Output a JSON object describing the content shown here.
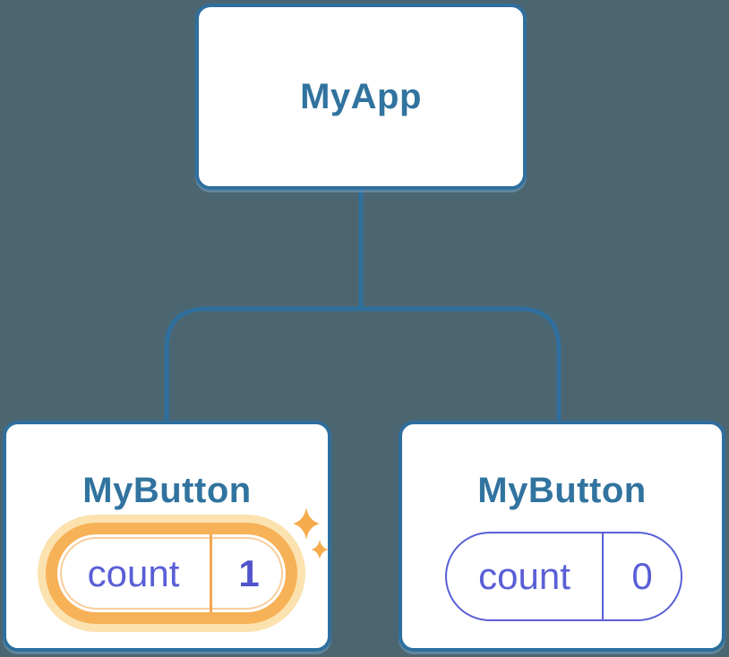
{
  "colors": {
    "background": "#4c6671",
    "line-blue": "#2e6f9e",
    "title-blue": "#31739f",
    "state-purple": "#5a5fd6",
    "state-purple-bold": "#5154cd",
    "orange-ring": "#f7b156",
    "orange-glow": "#fbe2af",
    "orange-divider": "#f3a64f",
    "sparkle-orange": "#f6ac4d",
    "card-bg": "#ffffff"
  },
  "tree": {
    "root": {
      "label": "MyApp"
    },
    "children": [
      {
        "label": "MyButton",
        "state": {
          "key": "count",
          "value": "1"
        },
        "highlighted": true
      },
      {
        "label": "MyButton",
        "state": {
          "key": "count",
          "value": "0"
        },
        "highlighted": false
      }
    ]
  }
}
